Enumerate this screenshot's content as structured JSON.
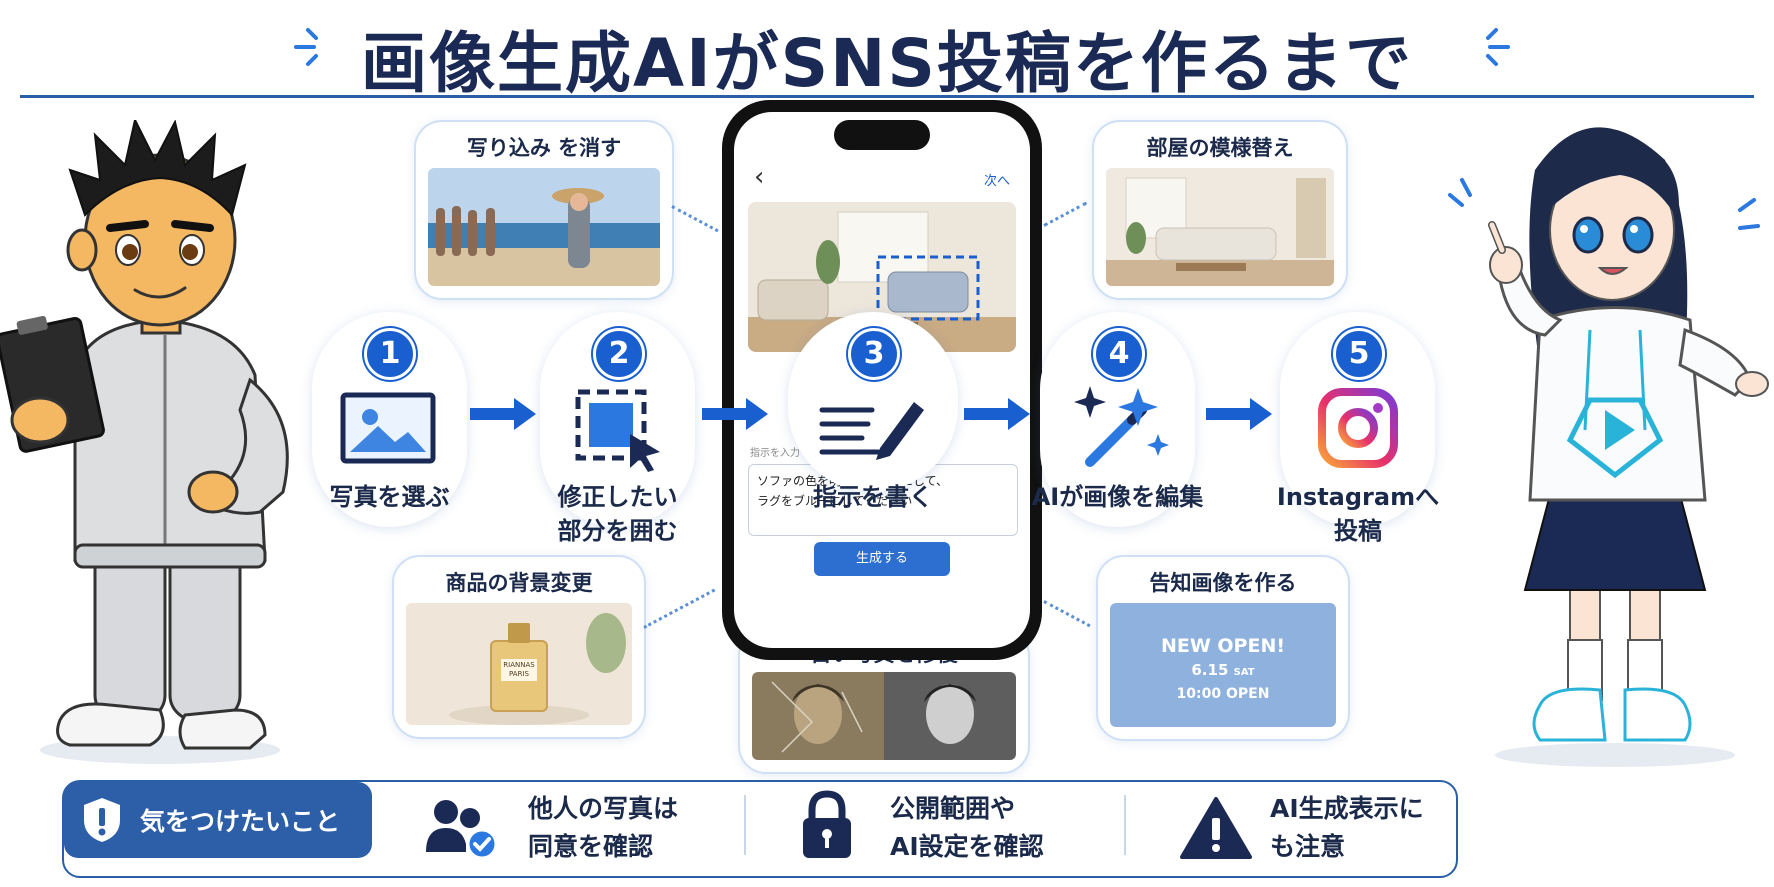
{
  "title": "画像生成AIがSNS投稿を作るまで",
  "examples": [
    {
      "id": "remove",
      "title": "写り込み を消す"
    },
    {
      "id": "background",
      "title": "商品の背景変更"
    },
    {
      "id": "restore",
      "title": "古い写真を修復"
    },
    {
      "id": "room",
      "title": "部屋の模様替え"
    },
    {
      "id": "announce",
      "title": "告知画像を作る"
    }
  ],
  "product_label": [
    "RIANNAS",
    "PARIS"
  ],
  "announce_image": {
    "line1": "NEW OPEN!",
    "line2": "6.15",
    "line2b": "SAT",
    "line3": "10:00 OPEN"
  },
  "steps": [
    {
      "num": "1",
      "label": "写真を選ぶ",
      "icon": "image-icon"
    },
    {
      "num": "2",
      "label1": "修正したい",
      "label2": "部分を囲む",
      "icon": "selection-cursor-icon"
    },
    {
      "num": "3",
      "label": "指示を書く",
      "icon": "text-pen-icon"
    },
    {
      "num": "4",
      "label": "AIが画像を編集",
      "icon": "magic-wand-icon"
    },
    {
      "num": "5",
      "label1": "Instagramへ",
      "label2": "投稿",
      "icon": "instagram-icon"
    }
  ],
  "phone": {
    "back": "‹",
    "next": "次へ",
    "prompt_label": "指示を入力",
    "prompt_line1": "ソファの色を明るいグレーにして、",
    "prompt_line2": "ラグをブルーにしてください",
    "generate_button": "生成する"
  },
  "cautions": {
    "heading": "気をつけたいこと",
    "items": [
      {
        "line1": "他人の写真は",
        "line2": "同意を確認",
        "icon": "user-check-icon"
      },
      {
        "line1": "公開範囲や",
        "line2": "AI設定を確認",
        "icon": "lock-icon"
      },
      {
        "line1": "AI生成表示に",
        "line2": "も注意",
        "icon": "warning-icon"
      }
    ]
  },
  "colors": {
    "accent": "#1a5fd0",
    "navy": "#1b2a55",
    "bar": "#2d5fa8"
  }
}
